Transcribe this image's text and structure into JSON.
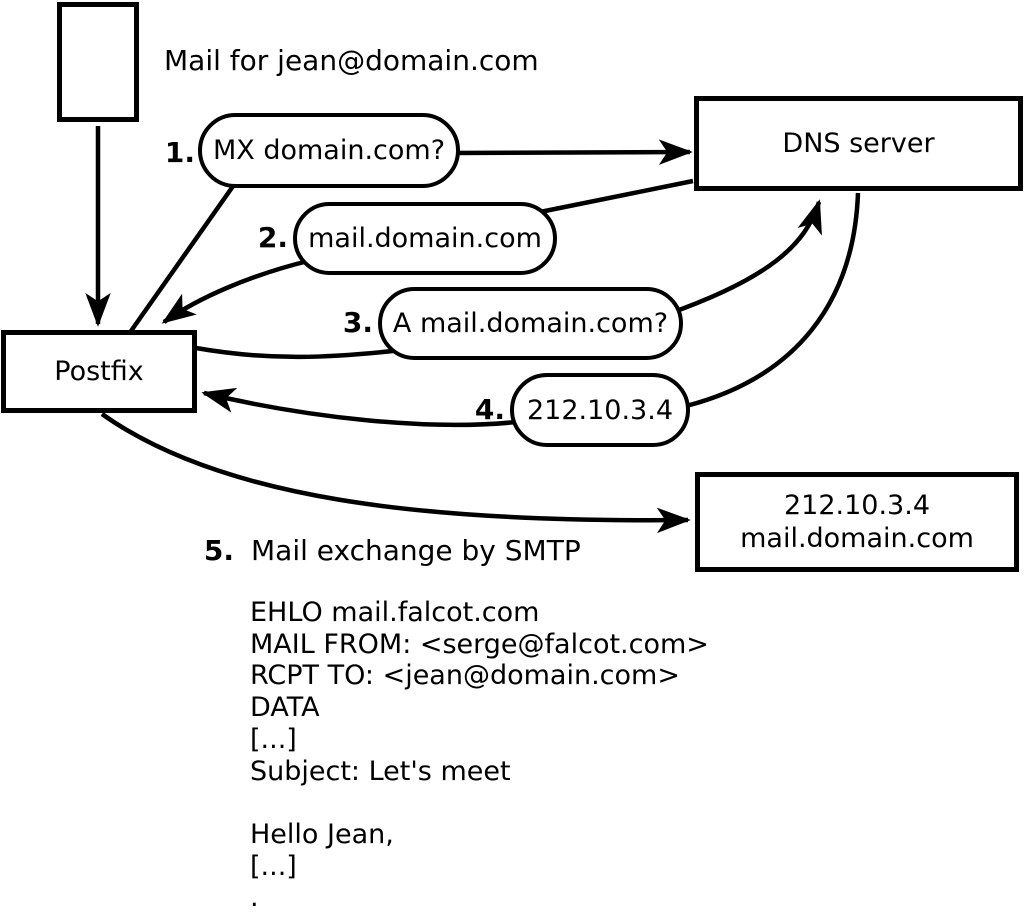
{
  "diagram": {
    "title": "Mail for jean@domain.com",
    "nodes": {
      "postfix": "Postfix",
      "dns": "DNS server",
      "mailserver_line1": "212.10.3.4",
      "mailserver_line2": "mail.domain.com"
    },
    "steps": [
      {
        "num": "1.",
        "label": "MX domain.com?"
      },
      {
        "num": "2.",
        "label": "mail.domain.com"
      },
      {
        "num": "3.",
        "label": "A mail.domain.com?"
      },
      {
        "num": "4.",
        "label": "212.10.3.4"
      },
      {
        "num": "5.",
        "label": "Mail exchange by SMTP"
      }
    ],
    "smtp": {
      "lines": [
        "EHLO mail.falcot.com",
        "MAIL FROM: <serge@falcot.com>",
        "RCPT TO: <jean@domain.com>",
        "DATA",
        "[...]",
        "Subject: Let's meet",
        "",
        "Hello Jean,",
        "[...]",
        "."
      ]
    },
    "colors": {
      "ink": "#000000",
      "background": "#ffffff"
    }
  }
}
